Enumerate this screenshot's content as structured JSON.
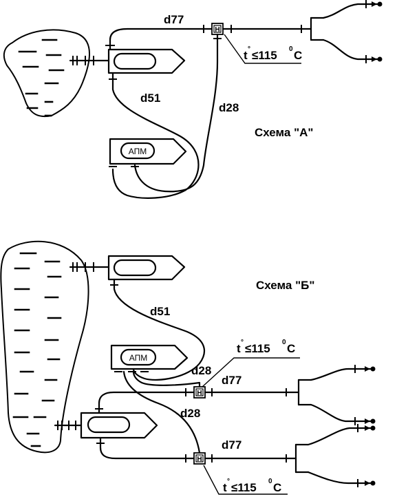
{
  "scheme_a": {
    "title": "Схема \"А\"",
    "pipe_top": "d77",
    "pipe_loop": "d51",
    "pipe_return": "d28",
    "temp_prefix": "t",
    "temp_deg": "°",
    "temp_value": "≤115",
    "temp_unit_deg": "0",
    "temp_unit": "C",
    "apm_label": "АПМ",
    "valve_label": "Н"
  },
  "scheme_b": {
    "title": "Схема \"Б\"",
    "pipe_loop": "d51",
    "pipe_return_1": "d28",
    "pipe_return_2": "d28",
    "pipe_out_1": "d77",
    "pipe_out_2": "d77",
    "temp_prefix": "t",
    "temp_deg": "°",
    "temp_value": "≤115",
    "temp_unit_deg": "0",
    "temp_unit": "C",
    "apm_label": "АПМ",
    "valve_label": "Н"
  }
}
